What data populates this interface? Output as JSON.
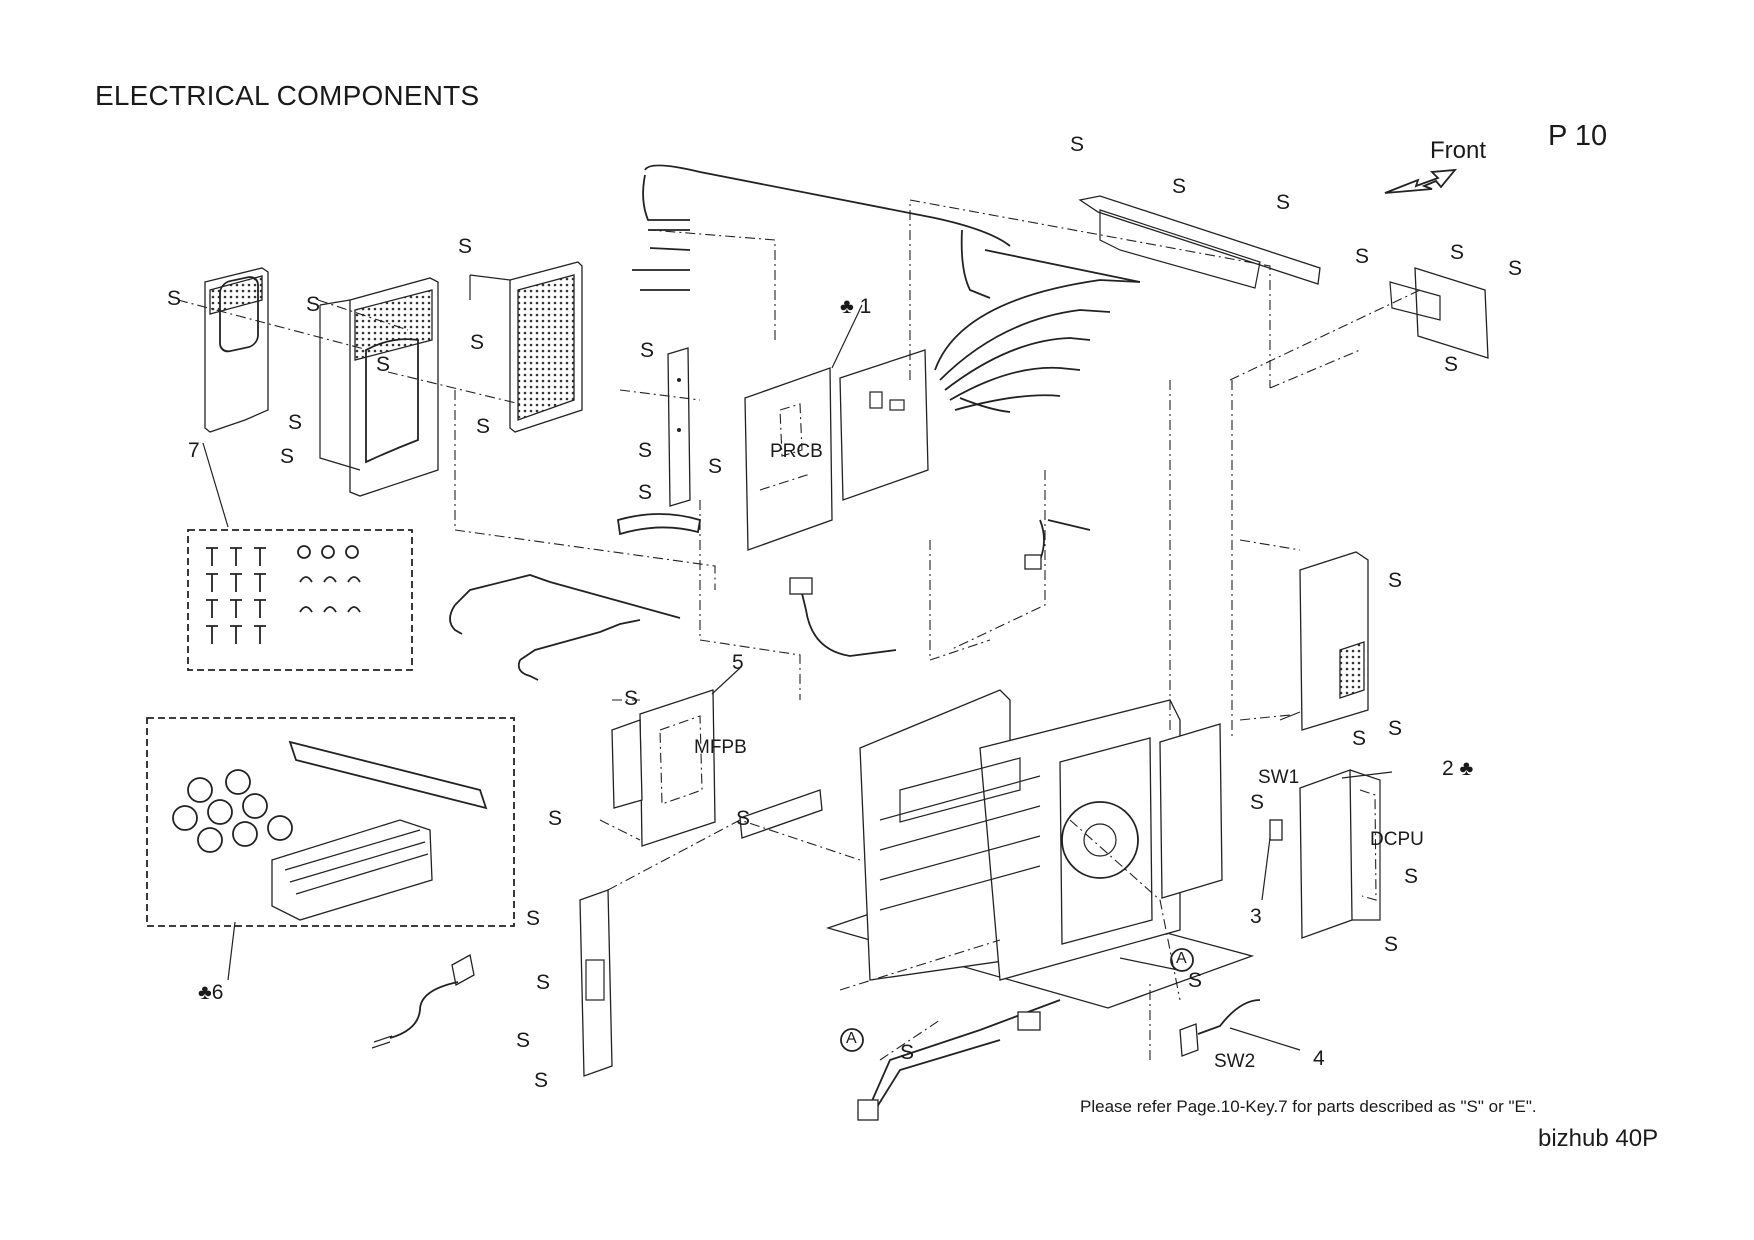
{
  "header": {
    "title": "ELECTRICAL COMPONENTS",
    "page": "P 10",
    "front": "Front"
  },
  "boards": {
    "prcb": "PRCB",
    "mfpb": "MFPB",
    "dcpu": "DCPU",
    "sw1": "SW1",
    "sw2": "SW2"
  },
  "callouts": {
    "c1": "1",
    "c2": "2",
    "c3": "3",
    "c4": "4",
    "c5": "5",
    "c6": "6",
    "c7": "7",
    "mark_a": "A",
    "club": "♣"
  },
  "screw_mark": "S",
  "footer": {
    "note": "Please refer Page.10-Key.7 for parts described as \"S\" or \"E\".",
    "model": "bizhub 40P"
  }
}
